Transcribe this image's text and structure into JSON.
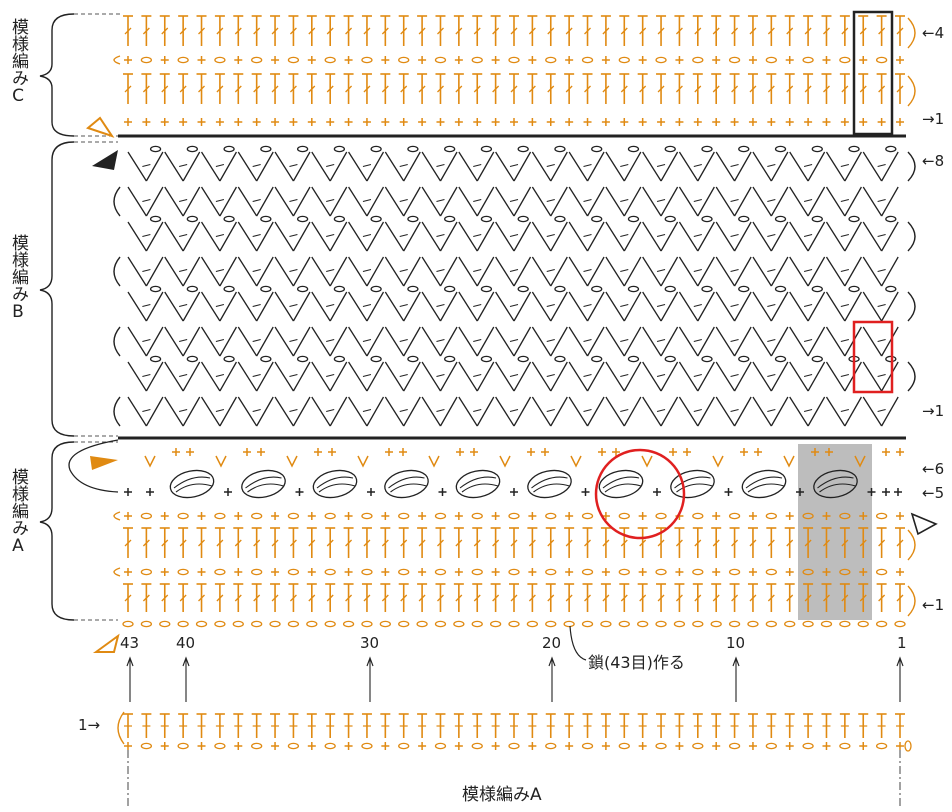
{
  "sections": {
    "c": {
      "label": "模様編みC"
    },
    "b": {
      "label": "模様編みB"
    },
    "a": {
      "label": "模様編みA"
    }
  },
  "row_labels": {
    "c_top": "←4",
    "c_bottom": "→1",
    "b_top": "←8",
    "b_bottom": "→1",
    "a_row6": "←6",
    "a_row5": "←5",
    "a_bottom": "←1",
    "bottom_start": "1→"
  },
  "stitch_numbers": [
    "43",
    "40",
    "30",
    "20",
    "10",
    "1"
  ],
  "chain_note": "鎖(43目)作る",
  "bottom_caption": "模様編みA",
  "colors": {
    "orange": "#e08a12",
    "black": "#222222",
    "red": "#e02020",
    "gray": "#b8b8b8"
  }
}
